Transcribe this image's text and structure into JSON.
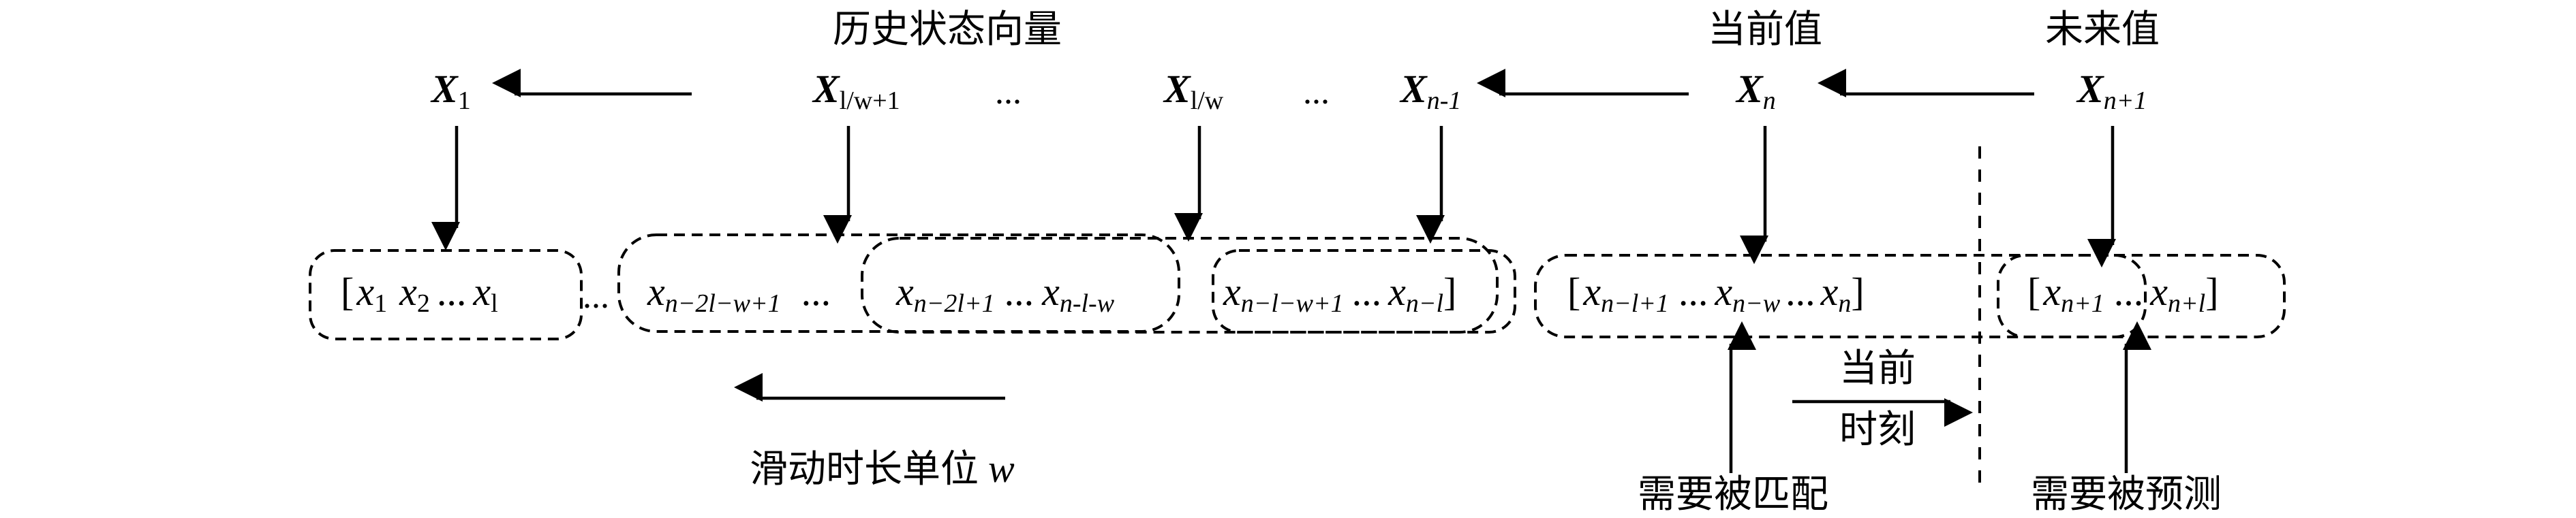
{
  "labels": {
    "history": "历史状态向量",
    "current_value": "当前值",
    "future_value": "未来值",
    "slide_unit": "滑动时长单位",
    "slide_unit_var": "w",
    "current_time_top": "当前",
    "current_time_bottom": "时刻",
    "need_match": "需要被匹配",
    "need_predict": "需要被预测"
  },
  "top_vectors": [
    {
      "base": "X",
      "sub": "1"
    },
    {
      "base": "X",
      "sub": "l/w+1"
    },
    {
      "base": "X",
      "sub": "l/w"
    },
    {
      "base": "X",
      "sub": "n-1"
    },
    {
      "base": "X",
      "sub": "n"
    },
    {
      "base": "X",
      "sub": "n+1"
    }
  ],
  "ellipsis": "...",
  "sequence": {
    "b1_open": "[",
    "b1_x1": "x",
    "b1_s1": "1",
    "b1_x2": "x",
    "b1_s2": "2",
    "b1_dots": "...",
    "b1_xl": "x",
    "b1_sl": "l",
    "t1_x": "x",
    "t1_s": "n−2l−w+1",
    "t1_dots": "...",
    "t2_x": "x",
    "t2_s": "n−2l+1",
    "t2_dots": "...",
    "t2_x2": "x",
    "t2_s2": "n-l-w",
    "t3_x": "x",
    "t3_s": "n−l−w+1",
    "t3_dots": "...",
    "t3_x2": "x",
    "t3_s2": "n−l",
    "t3_close": "]",
    "t4_open": "[",
    "t4_x": "x",
    "t4_s": "n−l+1",
    "t4_dots": "...",
    "t4_x2": "x",
    "t4_s2": "n−w",
    "t5_dots": "...",
    "t5_x": "x",
    "t5_s": "n",
    "t5_close": "]",
    "f_open": "[",
    "f_x": "x",
    "f_s": "n+1",
    "f_dots": "...",
    "f_x2": "x",
    "f_s2": "n+l",
    "f_close": "]"
  }
}
